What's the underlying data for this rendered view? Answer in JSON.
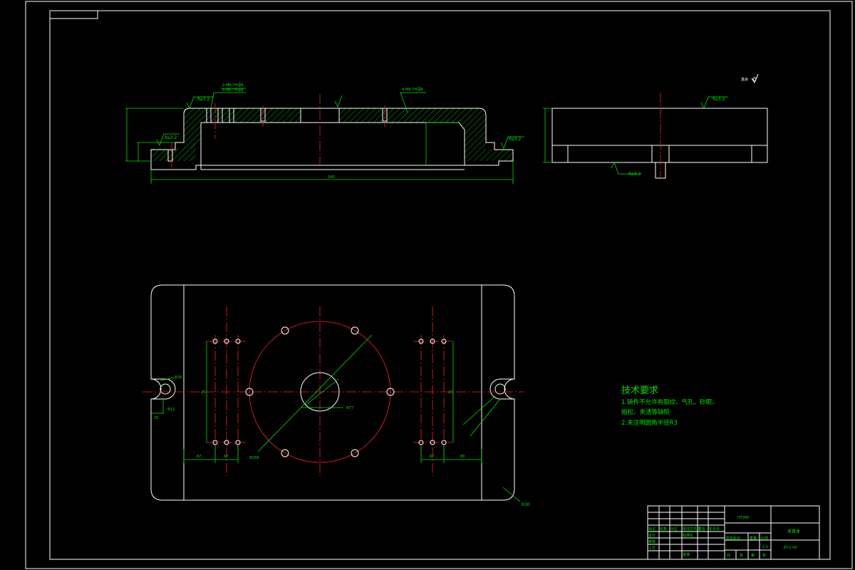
{
  "surface_marks": {
    "ra_left_top": "Ra3.2",
    "ra_left_step": "Ra3.2",
    "ra_right_step": "Ra3.2",
    "ra_side_top": "Ra3.2",
    "ra_side_bottom": "Ra3.2",
    "other_surfaces": "其余"
  },
  "dimensions": {
    "overall_length": "160",
    "dia_hole": "Φ77",
    "dia_circle": "Φ258",
    "slot_width": "Φ26",
    "slot_offset": "Φ12",
    "slot_depth": "25",
    "left_spacing_1": "67",
    "left_spacing_2": "67",
    "right_spacing_1": "67",
    "right_spacing_2": "80",
    "left_vertical": "25",
    "right_vertical": "25",
    "corner_radius": "R30",
    "left_hole_note_1": "2-M6-7H深8",
    "left_hole_note_2": "4-M6-7H深8",
    "right_hole_note": "4-M6-7H深8"
  },
  "tech_requirements": {
    "title": "技术要求",
    "lines": [
      "1.铸件不允许有裂纹、气孔、砂眼、",
      "缩松、夹渣等缺陷",
      "2.未注明圆角半径R3"
    ]
  },
  "title_block": {
    "drawing_no": "KT-1-00",
    "part_name": "夹具体",
    "material": "HT200",
    "scale": "1:1",
    "labels": [
      "标记",
      "处数",
      "分区",
      "更改文件号",
      "签名",
      "年月日"
    ],
    "roles": [
      "设计",
      "审核",
      "工艺",
      "标准化",
      "批准"
    ],
    "bottom_labels": [
      "共",
      "张",
      "第",
      "张"
    ],
    "header_labels": [
      "阶段标记",
      "重量",
      "比例"
    ]
  },
  "colors": {
    "background": "#000000",
    "outline": "#ffffff",
    "dimension": "#00e000",
    "centerline": "#ff2020"
  }
}
